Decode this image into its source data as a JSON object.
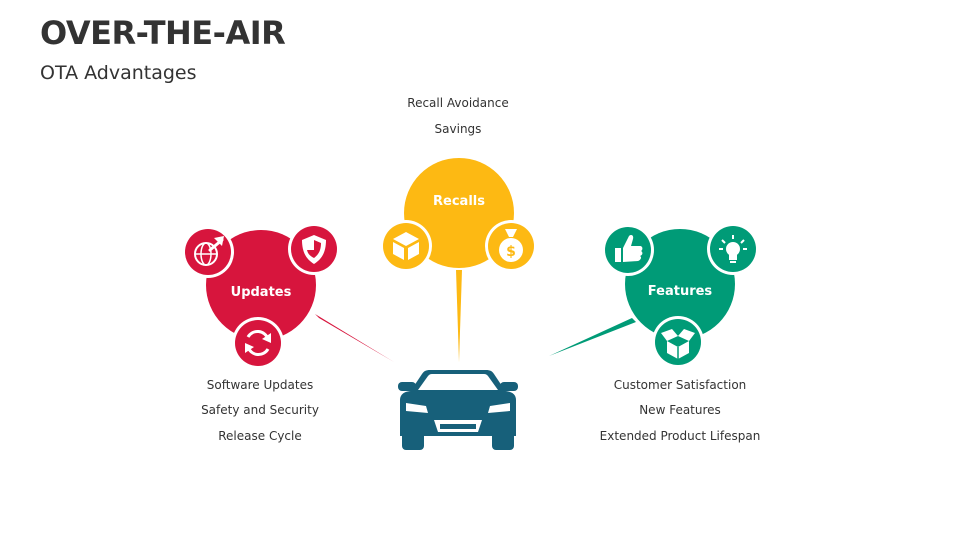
{
  "slide": {
    "title": "OVER-THE-AIR",
    "subtitle": "OTA Advantages"
  },
  "colors": {
    "updates": "#D7153D",
    "recalls": "#FDB913",
    "features": "#009B77",
    "car": "#17607A"
  },
  "hubs": {
    "updates": {
      "label": "Updates",
      "icons": [
        "globe-arrow-icon",
        "shield-icon",
        "refresh-cycle-icon"
      ],
      "items": [
        "Software Updates",
        "Safety and Security",
        "Release Cycle"
      ]
    },
    "recalls": {
      "label": "Recalls",
      "icons": [
        "package-box-icon",
        "money-bag-icon"
      ],
      "items": [
        "Recall Avoidance",
        "Savings"
      ]
    },
    "features": {
      "label": "Features",
      "icons": [
        "thumbs-up-icon",
        "lightbulb-icon",
        "open-box-icon"
      ],
      "items": [
        "Customer Satisfaction",
        "New Features",
        "Extended Product Lifespan"
      ]
    }
  },
  "center": {
    "icon": "car-icon"
  }
}
